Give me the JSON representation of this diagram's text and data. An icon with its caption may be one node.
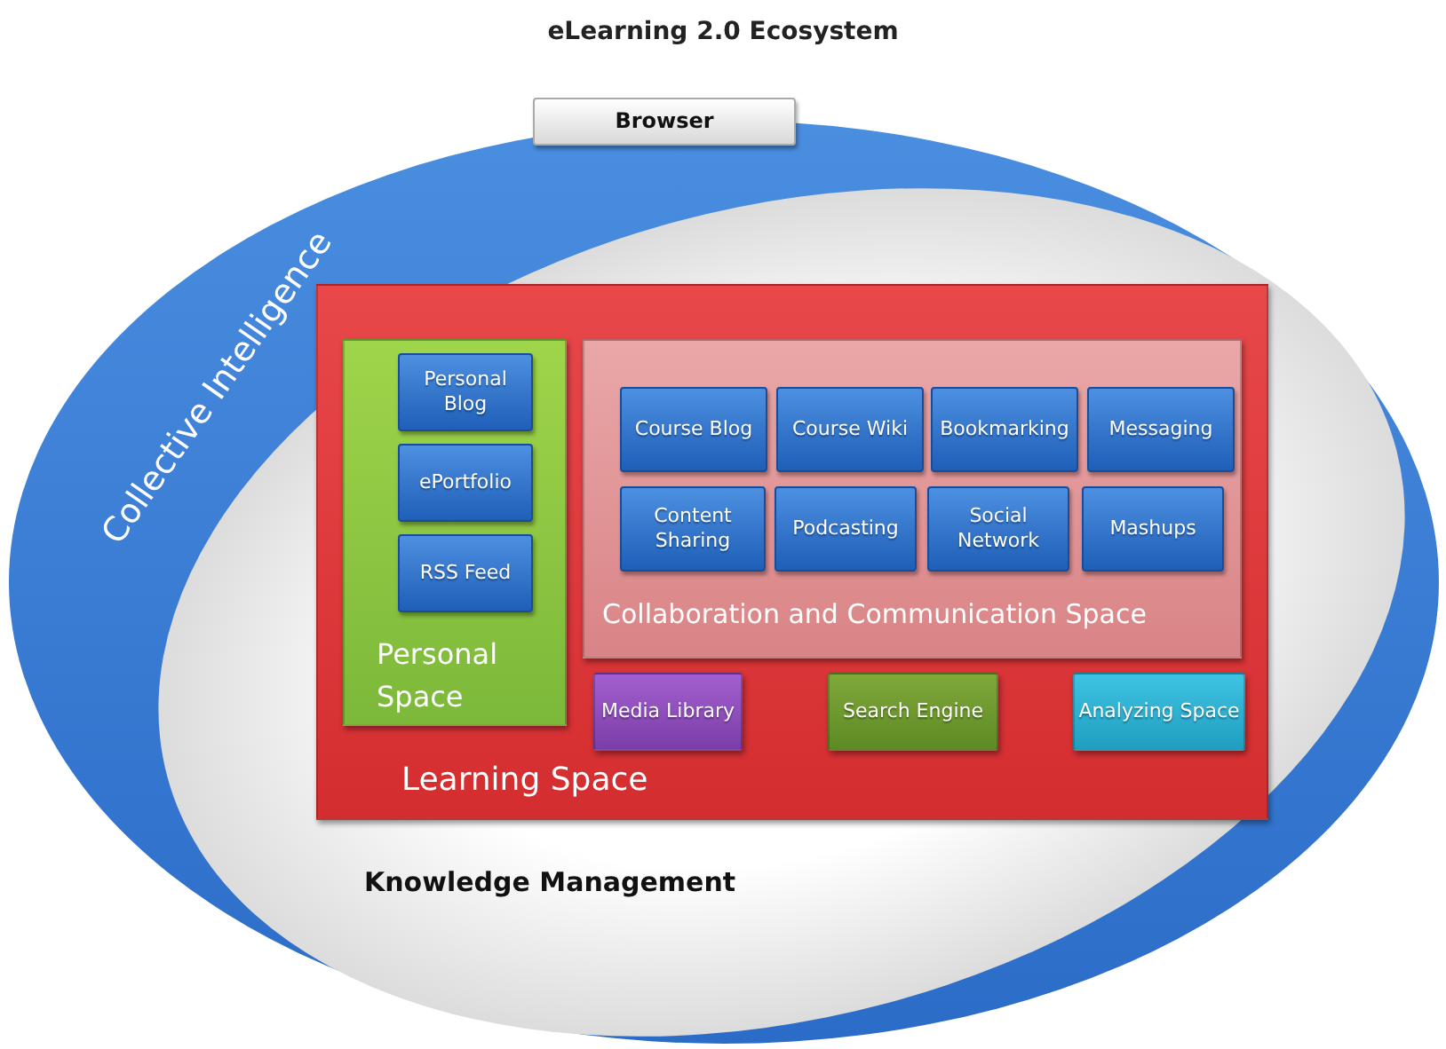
{
  "diagram": {
    "title": "eLearning 2.0 Ecosystem",
    "nodes": [
      {
        "text": [
          "Collective Intelligence"
        ]
      },
      {
        "text": [
          "Knowledge Management"
        ],
        "in": 0
      },
      {
        "text": [
          "Browser"
        ]
      },
      {
        "text": [
          "Learning Space"
        ],
        "in": 1
      },
      {
        "text": [
          "Personal Space"
        ],
        "in": 3
      },
      {
        "text": [
          "Personal Blog"
        ],
        "in": 4
      },
      {
        "text": [
          "ePortfolio"
        ],
        "in": 4
      },
      {
        "text": [
          "RSS Feed"
        ],
        "in": 4
      },
      {
        "text": [
          "Collaboration and Communication Space"
        ],
        "in": 3
      },
      {
        "text": [
          "Course Blog"
        ],
        "in": 8
      },
      {
        "text": [
          "Course Wiki"
        ],
        "in": 8
      },
      {
        "text": [
          "Bookmarking"
        ],
        "in": 8
      },
      {
        "text": [
          "Messaging"
        ],
        "in": 8
      },
      {
        "text": [
          "Content Sharing"
        ],
        "in": 8
      },
      {
        "text": [
          "Podcasting"
        ],
        "in": 8
      },
      {
        "text": [
          "Social Network"
        ],
        "in": 8
      },
      {
        "text": [
          "Mashups"
        ],
        "in": 8
      },
      {
        "text": [
          "Media Library"
        ],
        "in": 3
      },
      {
        "text": [
          "Search Engine"
        ],
        "in": 3
      },
      {
        "text": [
          "Analyzing Space"
        ],
        "in": 3
      }
    ]
  }
}
